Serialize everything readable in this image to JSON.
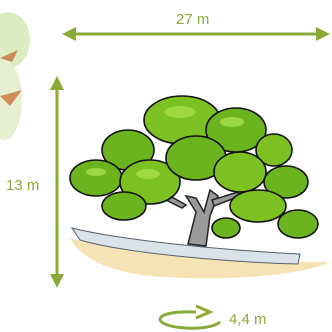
{
  "dimensions": {
    "crown_width": "27 m",
    "height": "13 m",
    "trunk_circumference": "4,4 m"
  },
  "colors": {
    "accent_green": "#8aab3a",
    "foliage": "#6bb41e",
    "foliage_light": "#8fd02c",
    "trunk": "#9a9a9a",
    "ground_sand": "#f6e3b5",
    "ground_blue": "#dbe3ea"
  },
  "icons": {
    "width_arrow": "double-arrow-horizontal",
    "height_arrow": "double-arrow-vertical",
    "girth_arrow": "circular-arrow"
  }
}
